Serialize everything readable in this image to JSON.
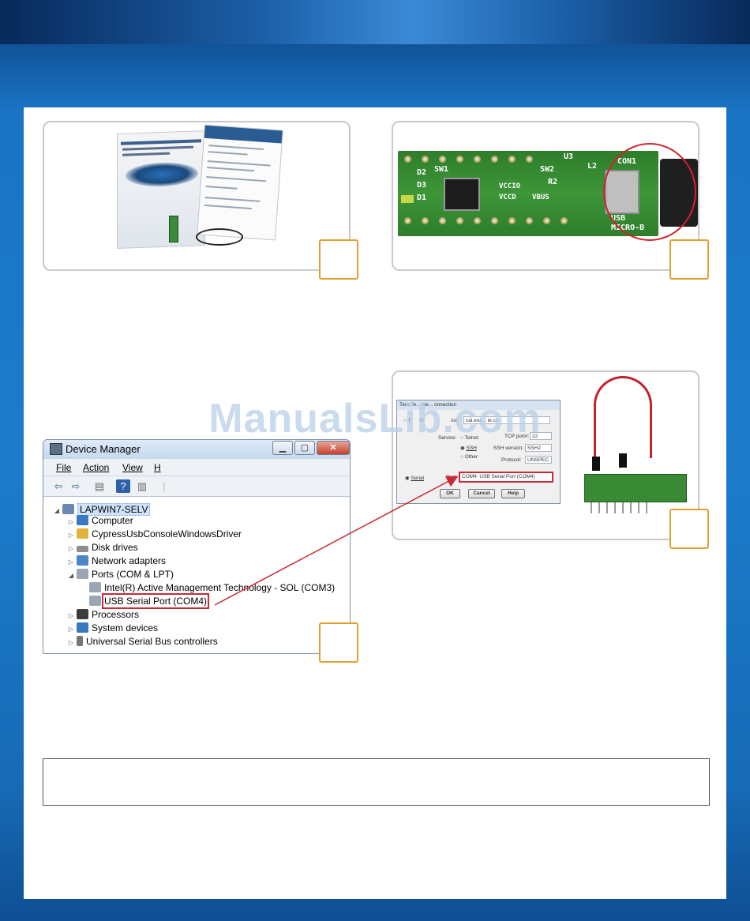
{
  "watermark": "ManualsLib.com",
  "device_manager": {
    "title": "Device Manager",
    "menu": [
      "File",
      "Action",
      "View",
      "H"
    ],
    "root": "LAPWIN7-SELV",
    "items": [
      {
        "label": "Computer"
      },
      {
        "label": "CypressUsbConsoleWindowsDriver"
      },
      {
        "label": "Disk drives"
      },
      {
        "label": "Network adapters"
      },
      {
        "label": "Ports (COM & LPT)"
      },
      {
        "label": "Intel(R) Active Management Technology - SOL (COM3)"
      },
      {
        "label": "USB Serial Port (COM4)"
      },
      {
        "label": "Processors"
      },
      {
        "label": "System devices"
      },
      {
        "label": "Universal Serial Bus controllers"
      }
    ]
  },
  "teraterm": {
    "title": "Tera Te... Ne... onnection",
    "tcp_label": "T",
    "ip_label": "IP",
    "host_label": "ost:",
    "host_value": "cal.exa... le.co",
    "service_label": "Service:",
    "telnet": "Telnet",
    "ssh": "SSH",
    "other": "Other",
    "tcp_port_label": "TCP port#:",
    "tcp_port_value": "22",
    "ssh_version_label": "SSH version:",
    "ssh_version_value": "SSH2",
    "protocol_label": "Protocol:",
    "protocol_value": "UNSPEC",
    "serial_label": "Serial",
    "port_label": "Port:",
    "port_value": "COM4: USB Serial Port (COM4)",
    "ok": "OK",
    "cancel": "Cancel",
    "help": "Help"
  },
  "pcb_labels": {
    "con1": "CON1",
    "usb": "USB",
    "micro": "MICRO-B",
    "sw1": "SW1",
    "sw2": "SW2",
    "d1": "D1",
    "d2": "D2",
    "d3": "D3",
    "r2": "R2",
    "l2": "L2",
    "u3": "U3",
    "vbus": "VBUS",
    "vccio": "VCCIO",
    "vccd": "VCCD"
  },
  "colors": {
    "accent_red": "#c92a35",
    "step_box_border": "#e2a12f",
    "background_blue": "#1c7ccb"
  }
}
